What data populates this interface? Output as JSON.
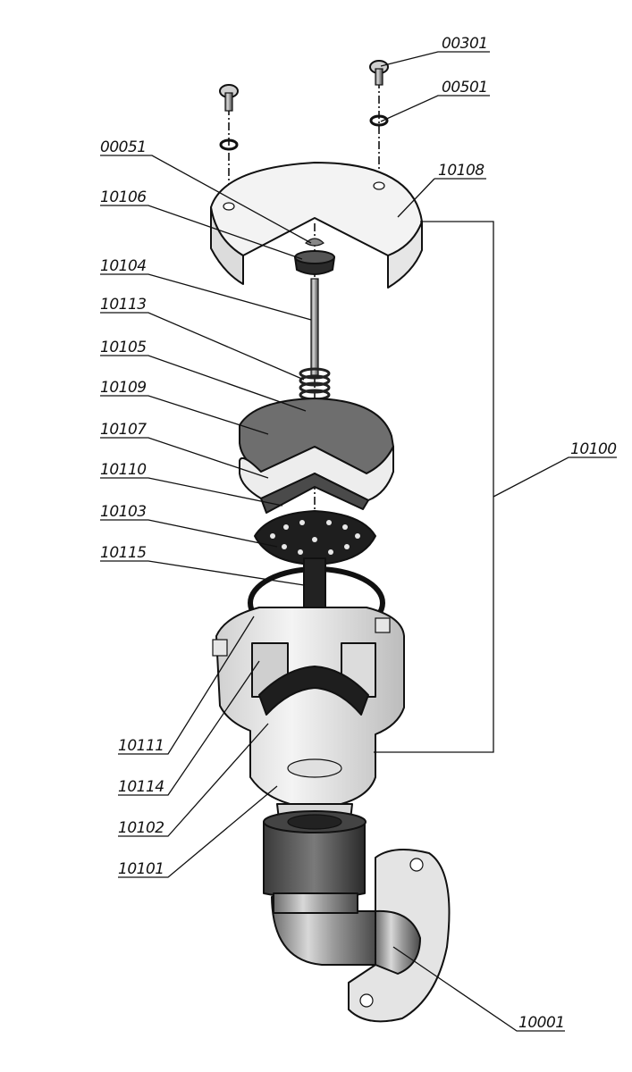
{
  "labels": {
    "p00301": "00301",
    "p00501": "00501",
    "p00051": "00051",
    "p10108": "10108",
    "p10106": "10106",
    "p10104": "10104",
    "p10113": "10113",
    "p10105": "10105",
    "p10109": "10109",
    "p10107": "10107",
    "p10110": "10110",
    "p10103": "10103",
    "p10115": "10115",
    "p10100": "10100",
    "p10111": "10111",
    "p10114": "10114",
    "p10102": "10102",
    "p10101": "10101",
    "p10001": "10001"
  }
}
